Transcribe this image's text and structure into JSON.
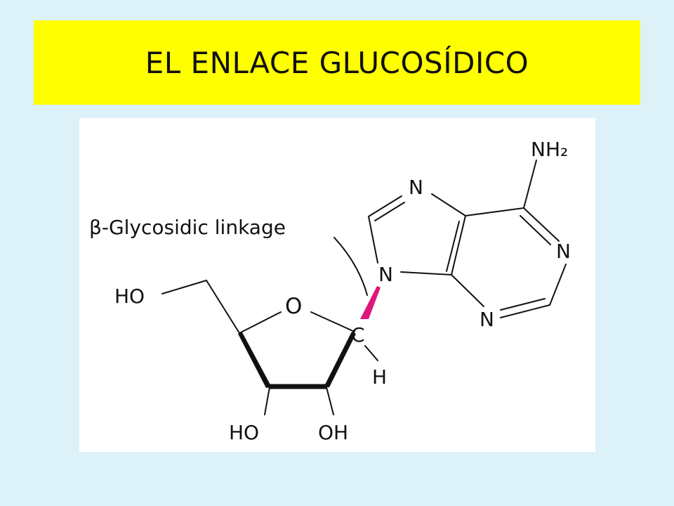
{
  "title": "EL ENLACE GLUCOSÍDICO",
  "colors": {
    "background": "#dcf2f8",
    "title_bg": "#ffff00",
    "figure_bg": "#ffffff",
    "linkage_bond": "#e0177a"
  },
  "figure": {
    "linkage_label": "β-Glycosidic linkage",
    "atoms": {
      "nh2": "NH₂",
      "n_imidazole_top": "N",
      "n_pyrimidine_right": "N",
      "n_glycosidic": "N",
      "n_pyrimidine_bottom": "N",
      "ring_oxygen": "O",
      "anomeric_carbon": "C",
      "hydrogen": "H",
      "ho_primary": "HO",
      "ho_c3": "HO",
      "oh_c2": "OH"
    }
  }
}
